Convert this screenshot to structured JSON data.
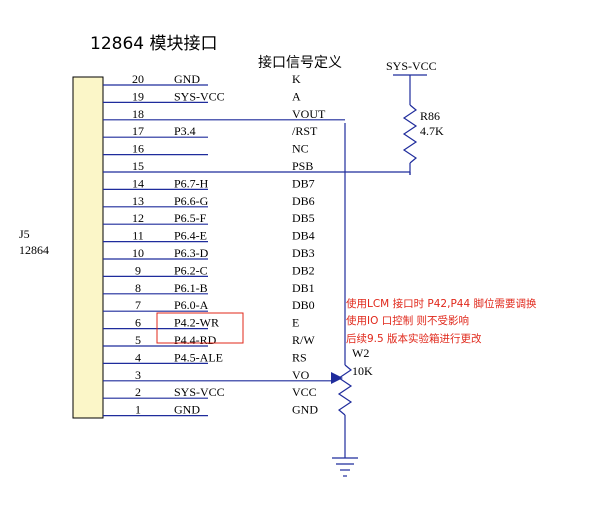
{
  "title": "12864 模块接口",
  "header": {
    "signal_def": "接口信号定义"
  },
  "colors": {
    "wire": "#1f2c9c",
    "text": "#000000",
    "note": "#e0271a",
    "box": "#e0271a",
    "connector": "#fbf6c8"
  },
  "connector": {
    "ref": "J5",
    "value": "12864"
  },
  "pins": [
    {
      "num": "20",
      "net": "GND",
      "signal": "K"
    },
    {
      "num": "19",
      "net": "SYS-VCC",
      "signal": "A"
    },
    {
      "num": "18",
      "net": "",
      "signal": "VOUT"
    },
    {
      "num": "17",
      "net": "P3.4",
      "signal": "/RST"
    },
    {
      "num": "16",
      "net": "",
      "signal": "NC"
    },
    {
      "num": "15",
      "net": "",
      "signal": "PSB"
    },
    {
      "num": "14",
      "net": "P6.7-H",
      "signal": "DB7"
    },
    {
      "num": "13",
      "net": "P6.6-G",
      "signal": "DB6"
    },
    {
      "num": "12",
      "net": "P6.5-F",
      "signal": "DB5"
    },
    {
      "num": "11",
      "net": "P6.4-E",
      "signal": "DB4"
    },
    {
      "num": "10",
      "net": "P6.3-D",
      "signal": "DB3"
    },
    {
      "num": "9",
      "net": "P6.2-C",
      "signal": "DB2"
    },
    {
      "num": "8",
      "net": "P6.1-B",
      "signal": "DB1"
    },
    {
      "num": "7",
      "net": "P6.0-A",
      "signal": "DB0"
    },
    {
      "num": "6",
      "net": "P4.2-WR",
      "signal": "E"
    },
    {
      "num": "5",
      "net": "P4.4-RD",
      "signal": "R/W"
    },
    {
      "num": "4",
      "net": "P4.5-ALE",
      "signal": "RS"
    },
    {
      "num": "3",
      "net": "",
      "signal": "VO"
    },
    {
      "num": "2",
      "net": "SYS-VCC",
      "signal": "VCC"
    },
    {
      "num": "1",
      "net": "GND",
      "signal": "GND"
    }
  ],
  "power": {
    "label": "SYS-VCC"
  },
  "resistor": {
    "ref": "R86",
    "value": "4.7K"
  },
  "pot": {
    "ref": "W2",
    "value": "10K"
  },
  "note": [
    "使用LCM 接口时 P42,P44 脚位需要调换",
    "使用IO 口控制 则不受影响",
    "后续9.5 版本实验箱进行更改"
  ]
}
